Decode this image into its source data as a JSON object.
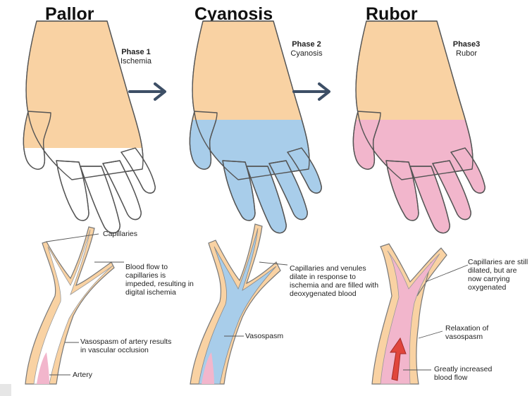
{
  "titles": [
    "Pallor",
    "Cyanosis",
    "Rubor"
  ],
  "phases": [
    {
      "heading": "Phase 1",
      "sub": "Ischemia"
    },
    {
      "heading": "Phase 2",
      "sub": "Cyanosis"
    },
    {
      "heading": "Phase3",
      "sub": "Rubor"
    }
  ],
  "colors": {
    "skin": "#f9d2a3",
    "pallor": "#ffffff",
    "cyanosis": "#a8cdea",
    "rubor": "#f2b6cc",
    "arrow": "#3d4f66",
    "flow_arrow": "#e0463c"
  },
  "vessel_labels": {
    "panel1": {
      "capillaries": "Capillaries",
      "blood_flow": "Blood flow to capillaries is impeded, resulting in digital ischemia",
      "vasospasm": "Vasospasm of artery results in vascular occlusion",
      "artery": "Artery"
    },
    "panel2": {
      "capillaries": "Capillaries and venules dilate in response to ischemia and are filled with deoxygenated blood",
      "vasospasm": "Vasospasm"
    },
    "panel3": {
      "capillaries": "Capillaries are still dilated, but are now carrying oxygenated",
      "relaxation": "Relaxation of vasospasm",
      "blood_flow": "Greatly increased blood flow"
    }
  }
}
